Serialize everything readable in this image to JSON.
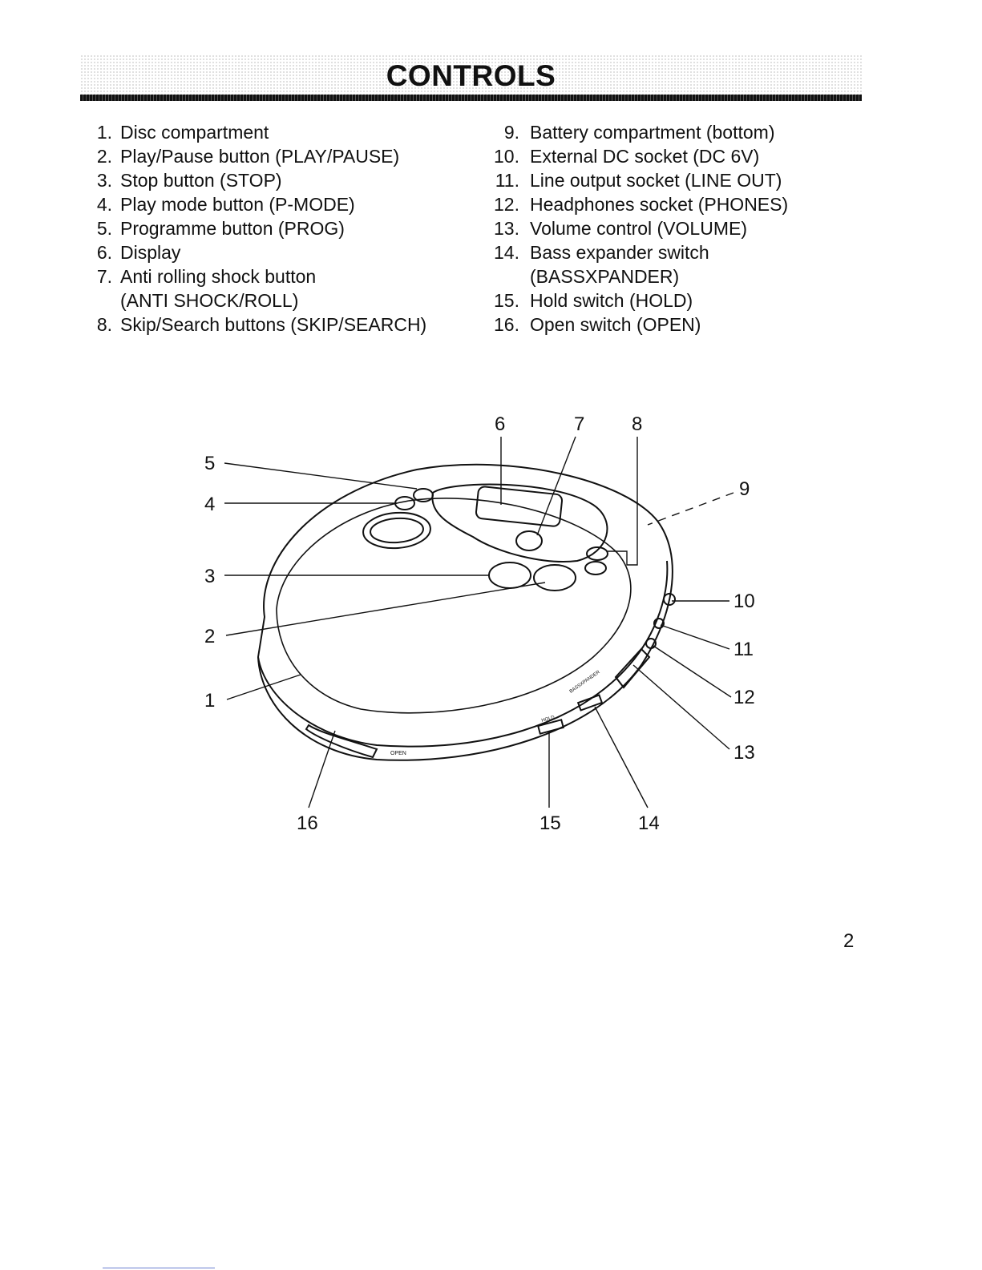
{
  "header": {
    "title": "CONTROLS"
  },
  "left_items": [
    {
      "num": "1.",
      "text": "Disc compartment"
    },
    {
      "num": "2.",
      "text": "Play/Pause button (PLAY/PAUSE)"
    },
    {
      "num": "3.",
      "text": "Stop button (STOP)"
    },
    {
      "num": "4.",
      "text": "Play mode button (P-MODE)"
    },
    {
      "num": "5.",
      "text": "Programme button (PROG)"
    },
    {
      "num": "6.",
      "text": "Display"
    },
    {
      "num": "7.",
      "text": "Anti rolling shock button",
      "cont": "(ANTI SHOCK/ROLL)"
    },
    {
      "num": "8.",
      "text": "Skip/Search buttons (SKIP/SEARCH)"
    }
  ],
  "right_items": [
    {
      "num": "9.",
      "text": "Battery compartment (bottom)"
    },
    {
      "num": "10.",
      "text": "External DC socket (DC 6V)"
    },
    {
      "num": "11.",
      "text": "Line output socket (LINE OUT)"
    },
    {
      "num": "12.",
      "text": "Headphones socket (PHONES)"
    },
    {
      "num": "13.",
      "text": "Volume control (VOLUME)"
    },
    {
      "num": "14.",
      "text": "Bass expander switch",
      "cont": "(BASSXPANDER)"
    },
    {
      "num": "15.",
      "text": "Hold switch (HOLD)"
    },
    {
      "num": "16.",
      "text": "Open switch (OPEN)"
    }
  ],
  "diagram": {
    "callouts": [
      "1",
      "2",
      "3",
      "4",
      "5",
      "6",
      "7",
      "8",
      "9",
      "10",
      "11",
      "12",
      "13",
      "14",
      "15",
      "16"
    ],
    "device_labels": {
      "open": "OPEN",
      "hold": "HOLD",
      "bass": "BASSXPANDER"
    }
  },
  "page_number": "2"
}
